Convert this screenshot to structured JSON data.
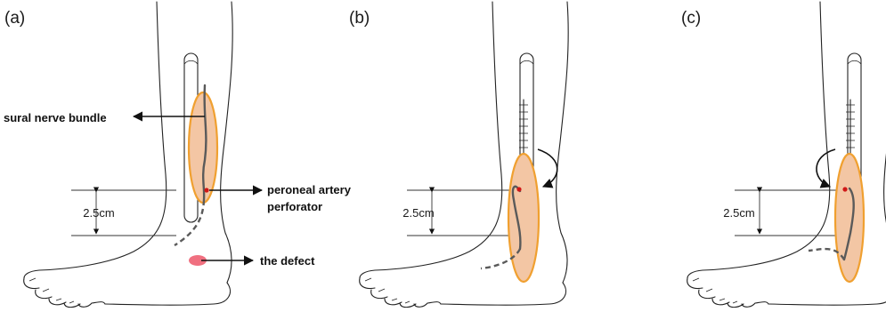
{
  "panels": [
    {
      "label": "(a)",
      "dimension": "2.5cm"
    },
    {
      "label": "(b)",
      "dimension": "2.5cm"
    },
    {
      "label": "(c)",
      "dimension": "2.5cm"
    }
  ],
  "annotations": {
    "nerve": "sural nerve bundle",
    "artery_line1": "peroneal artery",
    "artery_line2": "perforator",
    "defect": "the defect"
  },
  "colors": {
    "flap_fill": "#f3c6a4",
    "flap_border": "#f0a030",
    "nerve": "#5a5a5a",
    "perforator": "#d01818",
    "defect": "#f07080"
  }
}
